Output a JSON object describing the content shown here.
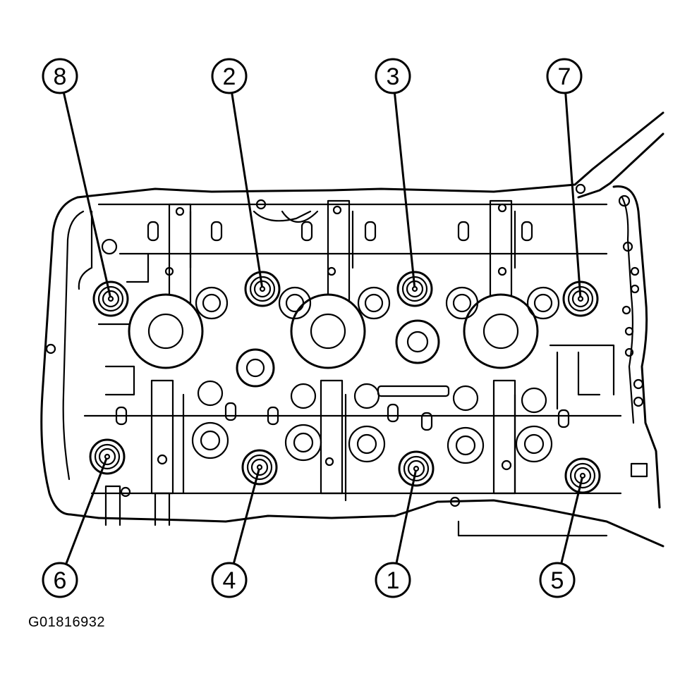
{
  "figure_id": "G01816932",
  "callouts": [
    {
      "number": "8"
    },
    {
      "number": "2"
    },
    {
      "number": "3"
    },
    {
      "number": "7"
    },
    {
      "number": "6"
    },
    {
      "number": "4"
    },
    {
      "number": "1"
    },
    {
      "number": "5"
    }
  ]
}
